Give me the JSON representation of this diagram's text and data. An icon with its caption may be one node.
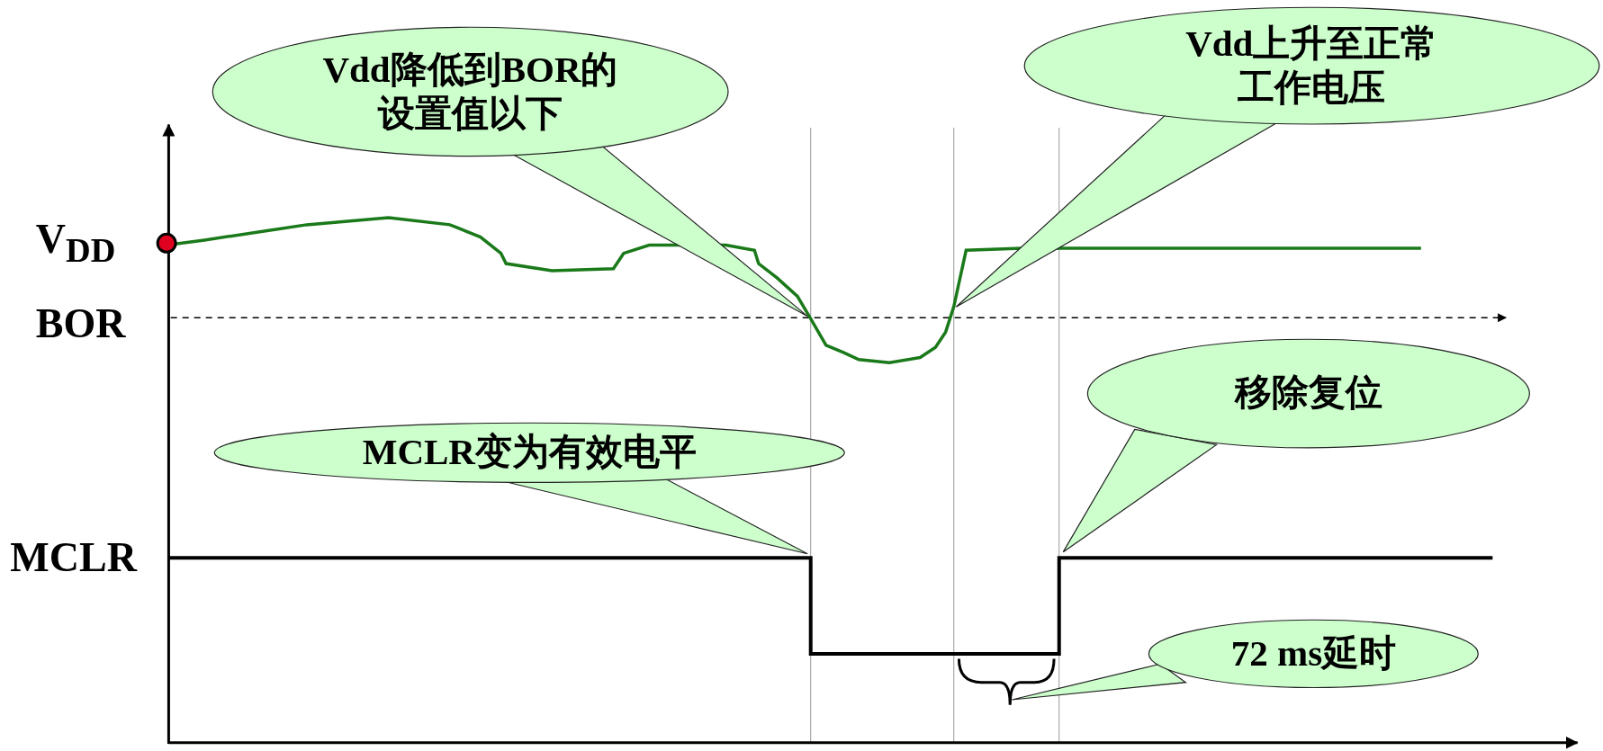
{
  "diagram": {
    "nodes": [
      {
        "text": [
          "Vdd降低到BOR的设置值以下"
        ]
      },
      {
        "text": [
          "Vdd上升至正常工作电压"
        ]
      },
      {
        "text": [
          "移除复位"
        ]
      },
      {
        "text": [
          "MCLR变为有效电平"
        ]
      },
      {
        "text": [
          "72 ms延时"
        ]
      }
    ],
    "labels": [
      "V$_{DD}$",
      "BOR",
      "MCLR"
    ]
  }
}
